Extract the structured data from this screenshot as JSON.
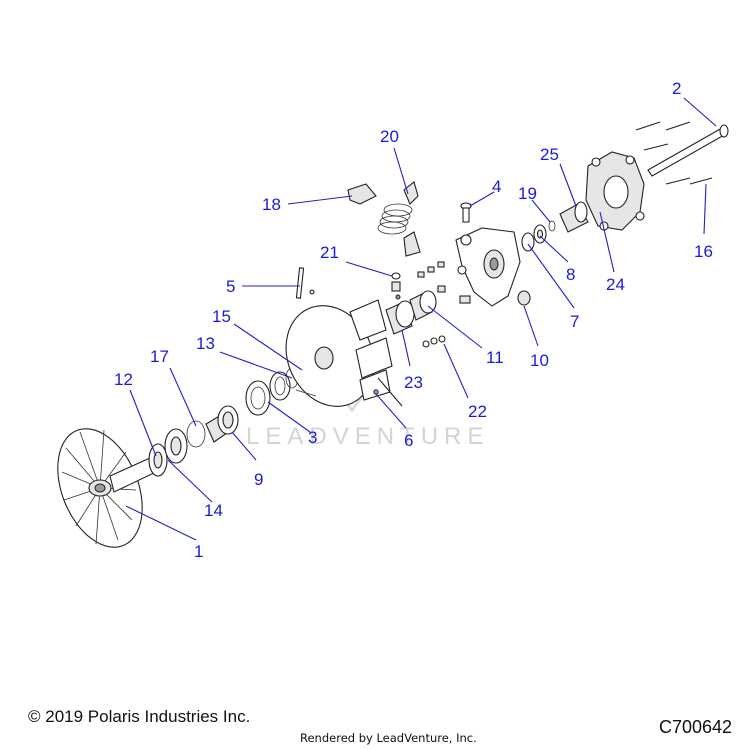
{
  "callouts": [
    "1",
    "2",
    "3",
    "4",
    "5",
    "6",
    "7",
    "8",
    "9",
    "10",
    "11",
    "12",
    "13",
    "14",
    "15",
    "16",
    "17",
    "18",
    "19",
    "20",
    "21",
    "22",
    "23",
    "24",
    "25"
  ],
  "watermark": "LEADVENTURE",
  "footer": {
    "copyright": "© 2019 Polaris Industries Inc.",
    "rendered_by": "Rendered by LeadVenture, Inc.",
    "diagram_code": "C700642"
  },
  "colors": {
    "callout": "#1b1bd6",
    "leader": "#2020c8",
    "line_art": "#222222"
  }
}
